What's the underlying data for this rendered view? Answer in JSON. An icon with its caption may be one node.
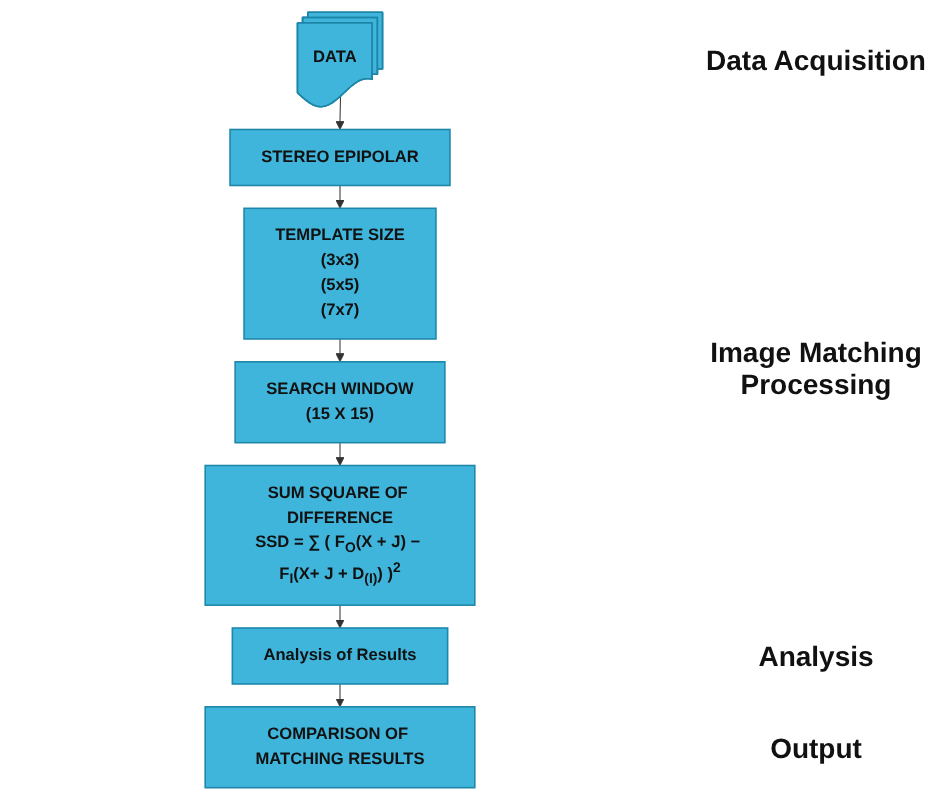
{
  "diagram": {
    "nodes": [
      {
        "text": [
          "DATA"
        ]
      },
      {
        "text": [
          "STEREO EPIPOLAR"
        ]
      },
      {
        "text": [
          "TEMPLATE SIZE",
          "(3x3)",
          "(5x5)",
          "(7x7)"
        ]
      },
      {
        "text": [
          "SEARCH WINDOW",
          "(15 X 15)"
        ]
      },
      {
        "text": [
          "SUM SQUARE OF DIFFERENCE",
          "SSD = ∑ ( F$_{O}$(X + J) − F$_{I}$(X+ J + D$_{(I)}$) )$^{2}$"
        ]
      },
      {
        "text": [
          "Analysis of Results"
        ]
      },
      {
        "text": [
          "COMPARISON OF MATCHING RESULTS"
        ]
      }
    ],
    "edges": [
      {
        "from": 0,
        "to": 1,
        "arrow": "to"
      },
      {
        "from": 1,
        "to": 2,
        "arrow": "to"
      },
      {
        "from": 2,
        "to": 3,
        "arrow": "to"
      },
      {
        "from": 3,
        "to": 4,
        "arrow": "to"
      },
      {
        "from": 4,
        "to": 5,
        "arrow": "to"
      },
      {
        "from": 5,
        "to": 6,
        "arrow": "to"
      }
    ],
    "labels": [
      "Data Acquisition",
      "Image Matching Processing",
      "Analysis",
      "Output"
    ]
  }
}
